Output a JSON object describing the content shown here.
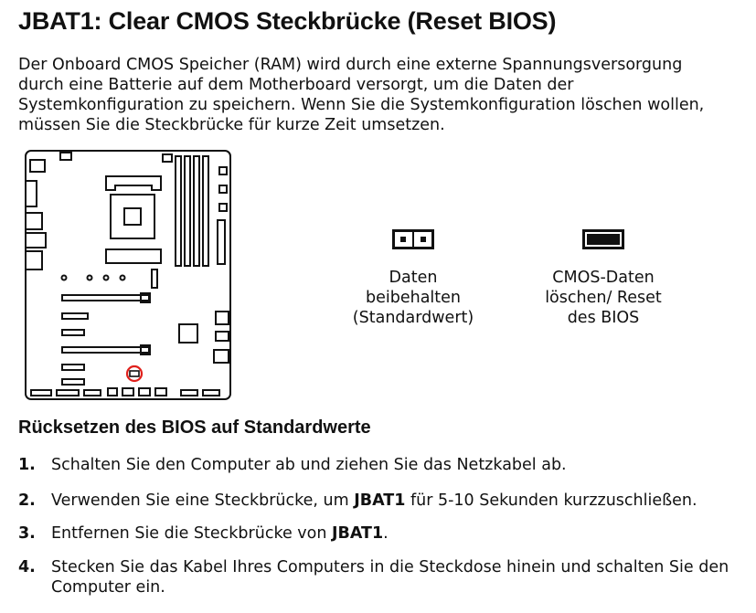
{
  "title": "JBAT1: Clear CMOS Steckbrücke (Reset BIOS)",
  "intro": {
    "lines": [
      "Der Onboard CMOS Speicher (RAM) wird durch eine externe Spannungsversorgung",
      "durch eine Batterie auf dem Motherboard versorgt, um die Daten der",
      "Systemkonfiguration zu speichern. Wenn Sie die Systemkonfiguration löschen wollen,",
      "müssen Sie die Steckbrücke für kurze Zeit umsetzen."
    ]
  },
  "diagram": {
    "highlight_color": "#e0201b",
    "jumper_open": {
      "icon": "jumper-open-icon",
      "label_lines": [
        "Daten",
        "beibehalten",
        "(Standardwert)"
      ]
    },
    "jumper_closed": {
      "icon": "jumper-closed-icon",
      "label_lines": [
        "CMOS-Daten",
        "löschen/ Reset",
        "des BIOS"
      ]
    }
  },
  "reset_section": {
    "heading": "Rücksetzen des BIOS auf Standardwerte",
    "steps": [
      {
        "number": "1.",
        "before": "Schalten Sie den Computer ab und ziehen Sie das Netzkabel ab.",
        "bold": "",
        "after": ""
      },
      {
        "number": "2.",
        "before": "Verwenden Sie eine Steckbrücke, um ",
        "bold": "JBAT1",
        "after": " für 5-10 Sekunden kurzzuschließen."
      },
      {
        "number": "3.",
        "before": "Entfernen Sie die Steckbrücke von ",
        "bold": "JBAT1",
        "after": "."
      },
      {
        "number": "4.",
        "before": "Stecken Sie das Kabel Ihres Computers in die Steckdose hinein und schalten Sie den Computer ein.",
        "bold": "",
        "after": ""
      }
    ]
  }
}
